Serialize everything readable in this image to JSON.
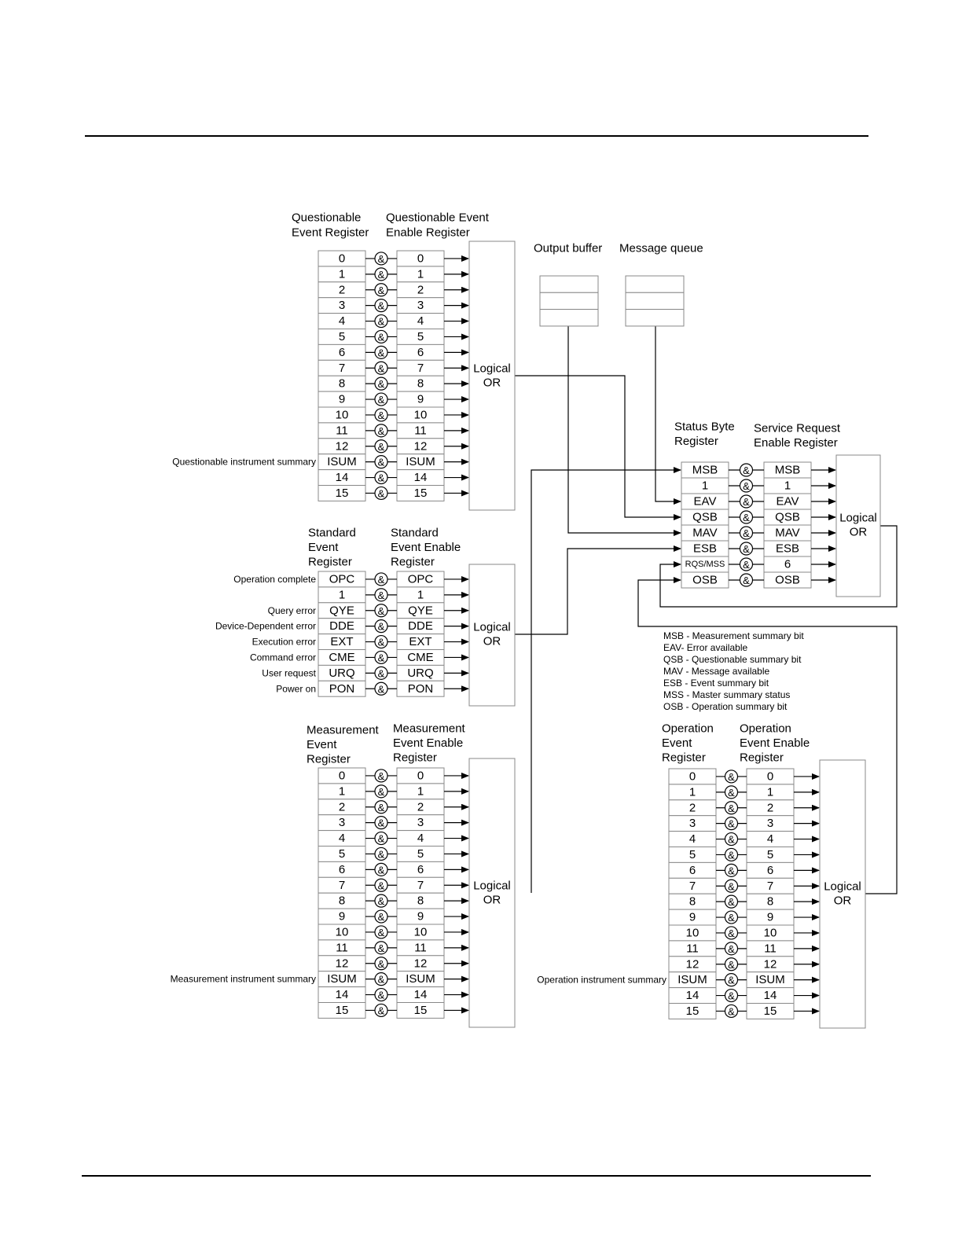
{
  "registers": {
    "questionable": {
      "event_title": [
        "Questionable",
        "Event Register"
      ],
      "enable_title": [
        "Questionable Event",
        "Enable Register"
      ],
      "event_bits": [
        "0",
        "1",
        "2",
        "3",
        "4",
        "5",
        "6",
        "7",
        "8",
        "9",
        "10",
        "11",
        "12",
        "ISUM",
        "14",
        "15"
      ],
      "enable_bits": [
        "0",
        "1",
        "2",
        "3",
        "4",
        "5",
        "6",
        "7",
        "8",
        "9",
        "10",
        "11",
        "12",
        "ISUM",
        "14",
        "15"
      ],
      "side_labels": [
        {
          "row": 13,
          "text": "Questionable instrument summary"
        }
      ],
      "or_label": [
        "Logical",
        "OR"
      ]
    },
    "standard": {
      "event_title": [
        "Standard",
        "Event",
        "Register"
      ],
      "enable_title": [
        "Standard",
        "Event Enable",
        "Register"
      ],
      "event_bits": [
        "OPC",
        "1",
        "QYE",
        "DDE",
        "EXT",
        "CME",
        "URQ",
        "PON"
      ],
      "enable_bits": [
        "OPC",
        "1",
        "QYE",
        "DDE",
        "EXT",
        "CME",
        "URQ",
        "PON"
      ],
      "side_labels": [
        {
          "row": 0,
          "text": "Operation complete"
        },
        {
          "row": 2,
          "text": "Query error"
        },
        {
          "row": 3,
          "text": "Device-Dependent error"
        },
        {
          "row": 4,
          "text": "Execution error"
        },
        {
          "row": 5,
          "text": "Command error"
        },
        {
          "row": 6,
          "text": "User request"
        },
        {
          "row": 7,
          "text": "Power on"
        }
      ],
      "or_label": [
        "Logical",
        "OR"
      ]
    },
    "measurement": {
      "event_title": [
        "Measurement",
        "Event",
        "Register"
      ],
      "enable_title": [
        "Measurement",
        "Event Enable",
        "Register"
      ],
      "event_bits": [
        "0",
        "1",
        "2",
        "3",
        "4",
        "5",
        "6",
        "7",
        "8",
        "9",
        "10",
        "11",
        "12",
        "ISUM",
        "14",
        "15"
      ],
      "enable_bits": [
        "0",
        "1",
        "2",
        "3",
        "4",
        "5",
        "6",
        "7",
        "8",
        "9",
        "10",
        "11",
        "12",
        "ISUM",
        "14",
        "15"
      ],
      "side_labels": [
        {
          "row": 13,
          "text": "Measurement instrument summary"
        }
      ],
      "or_label": [
        "Logical",
        "OR"
      ]
    },
    "operation": {
      "event_title": [
        "Operation",
        "Event",
        "Register"
      ],
      "enable_title": [
        "Operation",
        "Event Enable",
        "Register"
      ],
      "event_bits": [
        "0",
        "1",
        "2",
        "3",
        "4",
        "5",
        "6",
        "7",
        "8",
        "9",
        "10",
        "11",
        "12",
        "ISUM",
        "14",
        "15"
      ],
      "enable_bits": [
        "0",
        "1",
        "2",
        "3",
        "4",
        "5",
        "6",
        "7",
        "8",
        "9",
        "10",
        "11",
        "12",
        "ISUM",
        "14",
        "15"
      ],
      "side_labels": [
        {
          "row": 13,
          "text": "Operation instrument summary"
        }
      ],
      "or_label": [
        "Logical",
        "OR"
      ]
    },
    "status_byte": {
      "event_title": [
        "Status Byte",
        "Register"
      ],
      "enable_title": [
        "Service Request",
        "Enable Register"
      ],
      "event_bits": [
        "MSB",
        "1",
        "EAV",
        "QSB",
        "MAV",
        "ESB",
        "RQS/MSS",
        "OSB"
      ],
      "enable_bits": [
        "MSB",
        "1",
        "EAV",
        "QSB",
        "MAV",
        "ESB",
        "6",
        "OSB"
      ],
      "or_label": [
        "Logical",
        "OR"
      ]
    }
  },
  "buffers": {
    "output_buffer": "Output buffer",
    "message_queue": "Message queue"
  },
  "amp_symbol": "&",
  "legend": [
    "MSB - Measurement summary bit",
    "EAV- Error available",
    "QSB - Questionable summary bit",
    "MAV - Message available",
    "ESB - Event summary bit",
    "MSS - Master summary status",
    "OSB - Operation summary bit"
  ]
}
